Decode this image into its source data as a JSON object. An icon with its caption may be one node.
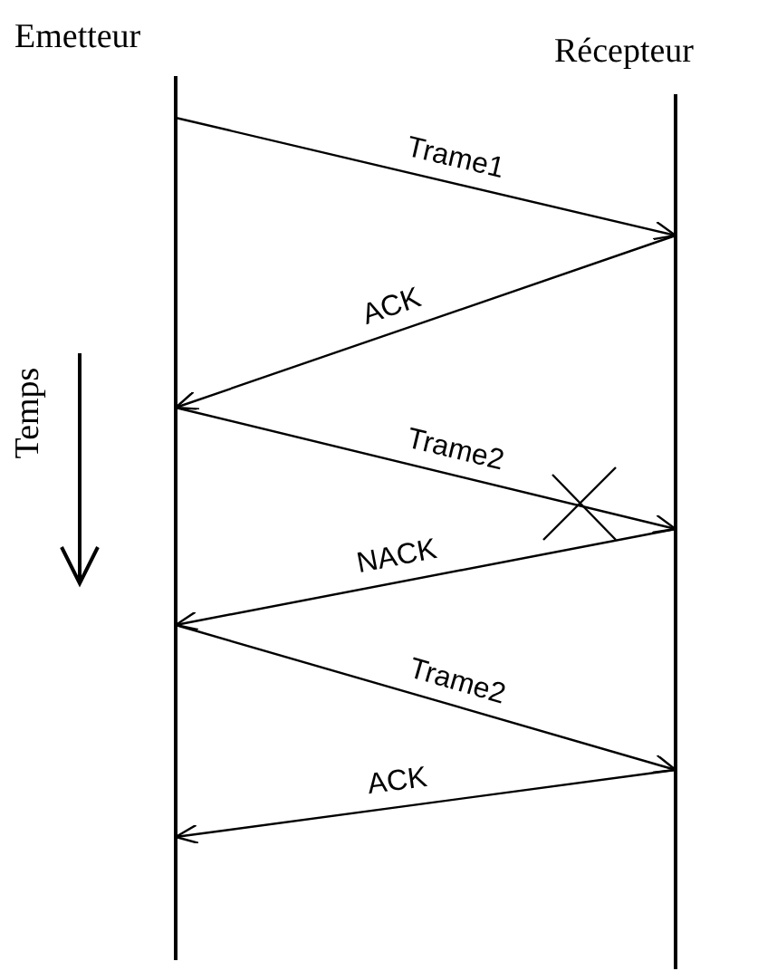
{
  "diagram": {
    "nodes": [
      {
        "text": [
          "Emetteur"
        ]
      },
      {
        "text": [
          "Récepteur"
        ]
      }
    ],
    "edges": [
      {
        "from": 0,
        "to": 1,
        "arrow": "to",
        "label": "Trame1"
      },
      {
        "from": 1,
        "to": 0,
        "arrow": "to",
        "label": "ACK"
      },
      {
        "from": 0,
        "to": 1,
        "arrow": "to",
        "label": "Trame2"
      },
      {
        "from": 1,
        "to": 0,
        "arrow": "to",
        "label": "NACK"
      },
      {
        "from": 0,
        "to": 1,
        "arrow": "to",
        "label": "Trame2"
      },
      {
        "from": 1,
        "to": 0,
        "arrow": "to",
        "label": "ACK"
      }
    ],
    "labels": [
      "Temps"
    ]
  }
}
